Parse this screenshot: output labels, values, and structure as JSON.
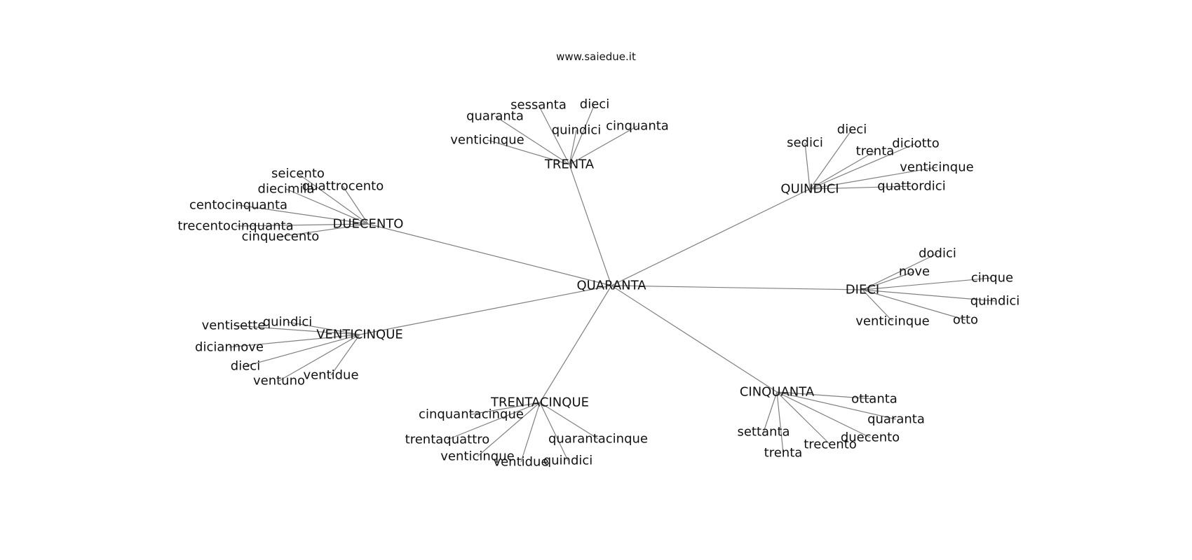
{
  "title": "www.saiedue.it",
  "graph": {
    "center": "QUARANTA",
    "clusters": [
      {
        "hub": "TRENTA",
        "leaves": [
          "sessanta",
          "dieci",
          "quaranta",
          "quindici",
          "cinquanta",
          "venticinque"
        ]
      },
      {
        "hub": "QUINDICI",
        "leaves": [
          "sedici",
          "dieci",
          "trenta",
          "diciotto",
          "venticinque",
          "quattordici"
        ]
      },
      {
        "hub": "DUECENTO",
        "leaves": [
          "seicento",
          "diecimila",
          "quattrocento",
          "centocinquanta",
          "trecentocinquanta",
          "cinquecento"
        ]
      },
      {
        "hub": "DIECI",
        "leaves": [
          "dodici",
          "nove",
          "cinque",
          "quindici",
          "venticinque",
          "otto"
        ]
      },
      {
        "hub": "VENTICINQUE",
        "leaves": [
          "ventisette",
          "quindici",
          "diciannove",
          "dieci",
          "ventuno",
          "ventidue"
        ]
      },
      {
        "hub": "TRENTACINQUE",
        "leaves": [
          "cinquantacinque",
          "trentaquattro",
          "quarantacinque",
          "venticinque",
          "ventidue",
          "quindici"
        ]
      },
      {
        "hub": "CINQUANTA",
        "leaves": [
          "ottanta",
          "quaranta",
          "settanta",
          "duecento",
          "trecento",
          "trenta"
        ]
      }
    ]
  }
}
